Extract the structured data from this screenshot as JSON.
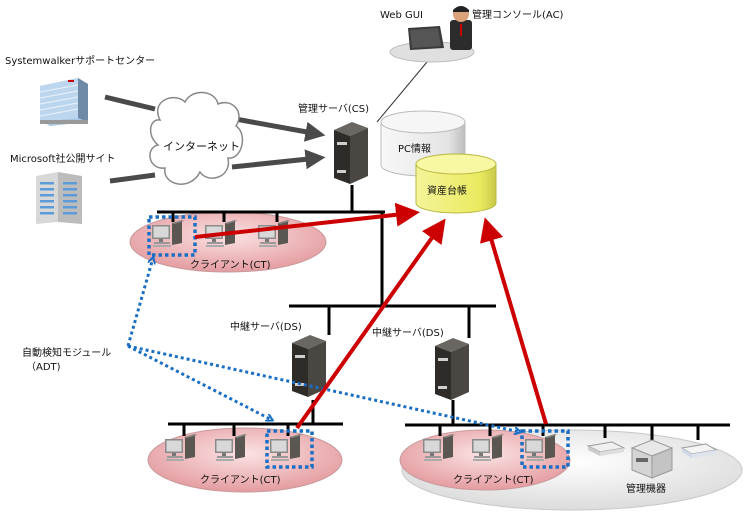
{
  "labels": {
    "support_center": "Systemwalkerサポートセンター",
    "microsoft_site": "Microsoft社公開サイト",
    "internet": "インターネット",
    "web_gui": "Web GUI",
    "admin_console": "管理コンソール(AC)",
    "management_server": "管理サーバ(CS)",
    "pc_info": "PC情報",
    "asset_ledger": "資産台帳",
    "client_top": "クライアント(CT)",
    "relay_server_left": "中継サーバ(DS)",
    "relay_server_right": "中継サーバ(DS)",
    "adt_line1": "自動検知モジュール",
    "adt_line2": "（ADT)",
    "client_bottom_left": "クライアント(CT)",
    "client_bottom_right": "クライアント(CT)",
    "managed_devices": "管理機器"
  },
  "colors": {
    "red_arrow": "#cc0000",
    "blue_dotted": "#1a6fc4",
    "client_zone": "#e8a8ab",
    "device_zone": "#e6e6e6",
    "asset_db": "#f2f27a",
    "pc_db": "#eeeeee",
    "server": "#3d3a36",
    "gray_arrow": "#4a4a4a"
  }
}
